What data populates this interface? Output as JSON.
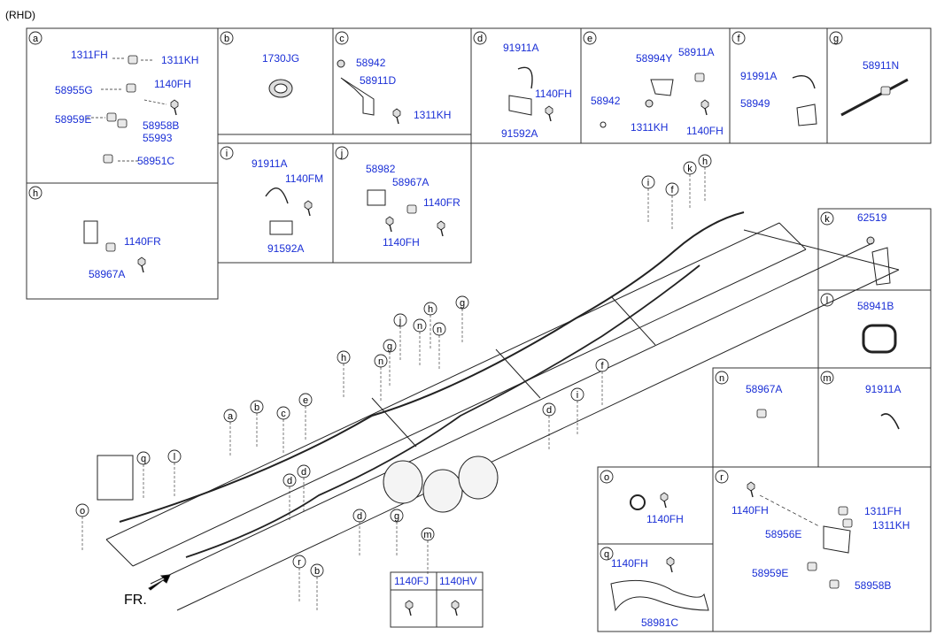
{
  "header": {
    "variant": "(RHD)"
  },
  "colors": {
    "part_label": "#1a2fd6",
    "line": "#222222",
    "panel_border": "#333333"
  },
  "panels": [
    {
      "letter": "a",
      "labels": [
        "1311FH",
        "1311KH",
        "58955G",
        "1140FH",
        "58959E",
        "58958B",
        "55993",
        "58951C"
      ]
    },
    {
      "letter": "b",
      "labels": [
        "1730JG"
      ]
    },
    {
      "letter": "c",
      "labels": [
        "58942",
        "58911D",
        "1311KH"
      ]
    },
    {
      "letter": "d",
      "labels": [
        "91911A",
        "1140FH",
        "91592A"
      ]
    },
    {
      "letter": "e",
      "labels": [
        "58994Y",
        "58911A",
        "58942",
        "1311KH",
        "1140FH"
      ]
    },
    {
      "letter": "f",
      "labels": [
        "91991A",
        "58949"
      ]
    },
    {
      "letter": "g",
      "labels": [
        "58911N"
      ]
    },
    {
      "letter": "h",
      "labels": [
        "1140FR",
        "58967A"
      ]
    },
    {
      "letter": "i",
      "labels": [
        "91911A",
        "1140FM",
        "91592A"
      ]
    },
    {
      "letter": "j",
      "labels": [
        "58982",
        "58967A",
        "1140FR",
        "1140FH"
      ]
    },
    {
      "letter": "k",
      "labels": [
        "62519"
      ]
    },
    {
      "letter": "l",
      "labels": [
        "58941B"
      ]
    },
    {
      "letter": "m",
      "labels": [
        "91911A"
      ]
    },
    {
      "letter": "n",
      "labels": [
        "58967A"
      ]
    },
    {
      "letter": "o",
      "labels": [
        "1140FH"
      ]
    },
    {
      "letter": "q",
      "labels": [
        "1140FH",
        "58981C"
      ]
    },
    {
      "letter": "r",
      "labels": [
        "1140FH",
        "1311FH",
        "58956E",
        "1311KH",
        "58959E",
        "58958B"
      ]
    }
  ],
  "bolt_table": {
    "headers": [
      "1140FJ",
      "1140HV"
    ]
  },
  "front_label": "FR.",
  "callouts": [
    "a",
    "b",
    "c",
    "e",
    "q",
    "l",
    "o",
    "d",
    "d",
    "r",
    "b",
    "h",
    "g",
    "j",
    "n",
    "n",
    "h",
    "n",
    "g",
    "d",
    "d",
    "i",
    "f",
    "f",
    "i",
    "k",
    "h",
    "g",
    "m"
  ]
}
